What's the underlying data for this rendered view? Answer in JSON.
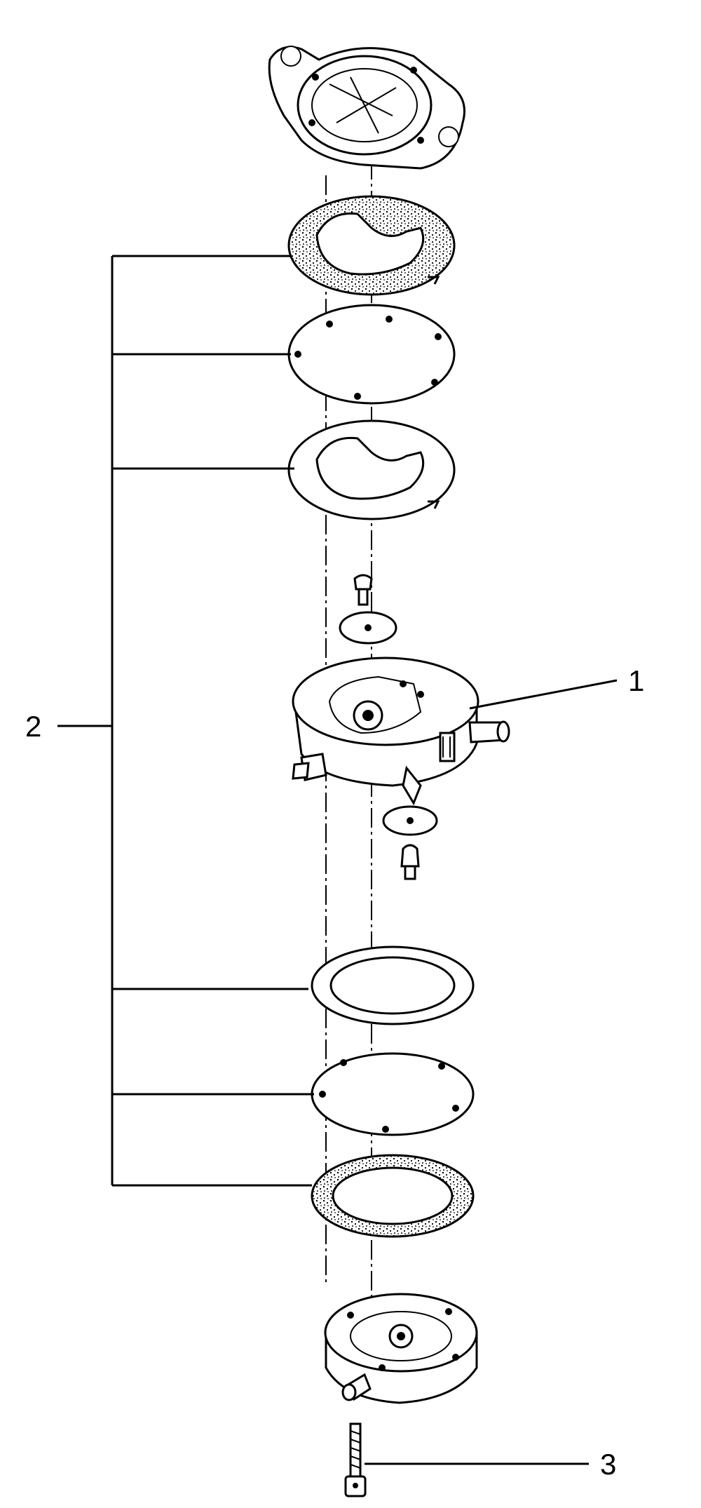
{
  "callouts": {
    "part1": "1",
    "part2": "2",
    "part3": "3"
  }
}
